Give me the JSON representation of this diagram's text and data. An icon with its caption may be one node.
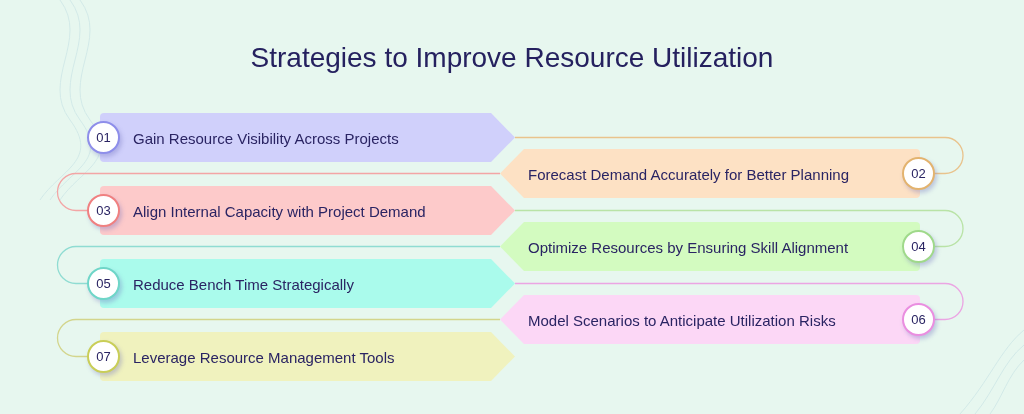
{
  "diagram": {
    "title": "Strategies to Improve Resource Utilization",
    "nodes": [
      {
        "text": [
          "01",
          "Gain Resource Visibility Across Projects"
        ]
      },
      {
        "text": [
          "Forecast Demand Accurately for Better Planning",
          "02"
        ]
      },
      {
        "text": [
          "03",
          "Align Internal Capacity with Project Demand"
        ]
      },
      {
        "text": [
          "Optimize Resources by Ensuring Skill Alignment",
          "04"
        ]
      },
      {
        "text": [
          "05",
          "Reduce Bench Time Strategically"
        ]
      },
      {
        "text": [
          "Model Scenarios to Anticipate Utilization Risks",
          "06"
        ]
      },
      {
        "text": [
          "07",
          "Leverage Resource Management Tools"
        ]
      }
    ],
    "edges": [
      {
        "from": 0,
        "to": 1,
        "arrow": "none",
        "color": "#e9c38c"
      },
      {
        "from": 1,
        "to": 2,
        "arrow": "none",
        "color": "#f3a5a5"
      },
      {
        "from": 2,
        "to": 3,
        "arrow": "none",
        "color": "#b9e3a6"
      },
      {
        "from": 3,
        "to": 4,
        "arrow": "none",
        "color": "#8fdcd2"
      },
      {
        "from": 4,
        "to": 5,
        "arrow": "none",
        "color": "#eba5e3"
      },
      {
        "from": 5,
        "to": 6,
        "arrow": "none",
        "color": "#d3d58c"
      }
    ]
  }
}
